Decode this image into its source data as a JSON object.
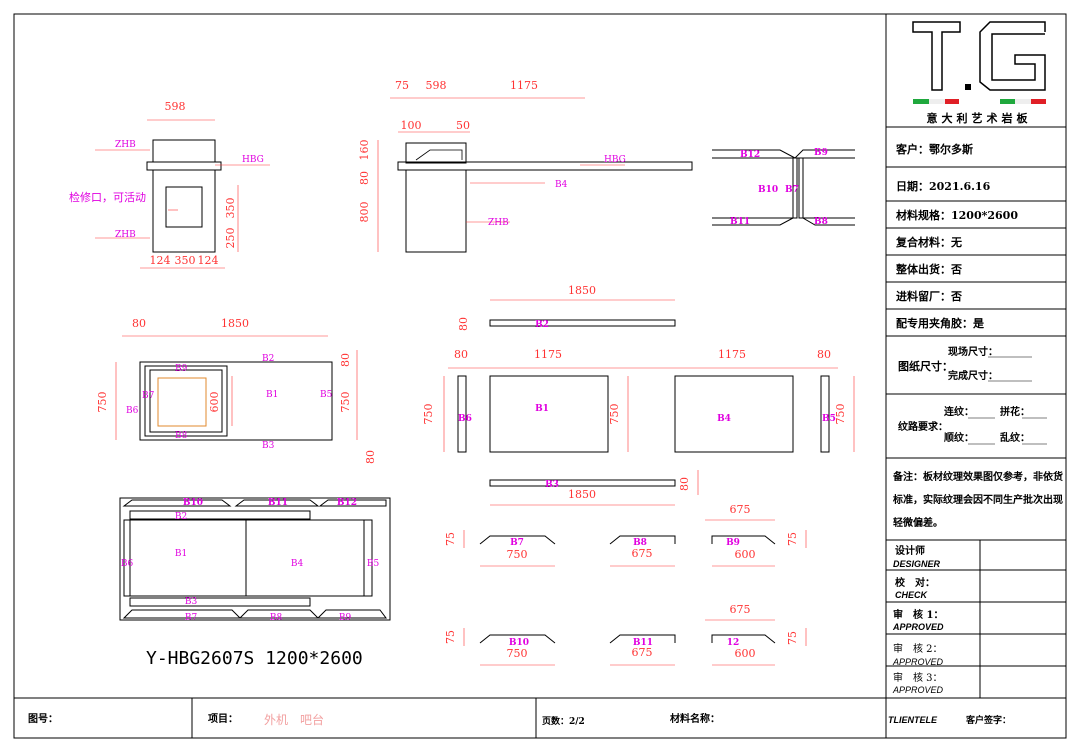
{
  "logo": {
    "letters": "T.G",
    "name": "意大利艺术岩板"
  },
  "side": {
    "customer": "客户：鄂尔多斯",
    "date": "日期：2021.6.16",
    "spec": "材料规格：1200*2600",
    "composite": "复合材料：无",
    "whole": "整体出货：否",
    "factory": "进料留厂：否",
    "glue": "配专用夹角胶：是",
    "drawing_size": "图纸尺寸：",
    "site_size": "现场尺寸：",
    "final_size": "完成尺寸：",
    "grain_req": "纹路要求：",
    "grain_cont": "连纹：",
    "grain_match": "拼花：",
    "grain_seq": "顺纹：",
    "grain_rand": "乱纹：",
    "note_1": "备注：板材纹理效果图仅参考，非依货",
    "note_2": "标准，实际纹理会因不同生产批次出现",
    "note_3": "轻微偏差。",
    "designer_cn": "设计师",
    "designer_en": "DESIGNER",
    "check_cn": "校　对：",
    "check_en": "CHECK",
    "appr1_cn": "审　核 1：",
    "appr2_cn": "审　核 2：",
    "appr3_cn": "审　核 3：",
    "appr_en": "APPROVED"
  },
  "bottom": {
    "drawing_no": "图号：",
    "project": "项目：",
    "project_value": "外机　吧台",
    "pages": "页数：2/2",
    "material": "材料名称：",
    "brand": "TLIENTELE",
    "client_sign": "客户签字："
  },
  "title": "Y-HBG2607S 1200*2600",
  "front": {
    "w598": "598",
    "zhb1": "ZHB",
    "hbg": "HBG",
    "door": "检修口，可活动",
    "zhb2": "ZHB",
    "d350v": "350",
    "d250": "250",
    "d124a": "124",
    "d350": "350",
    "d124b": "124"
  },
  "sideview": {
    "d75": "75",
    "d598": "598",
    "d1175": "1175",
    "d100": "100",
    "d50": "50",
    "d160": "160",
    "d80": "80",
    "d800": "800",
    "hbg": "HBG",
    "b4": "B4",
    "zhb": "ZHB"
  },
  "ibeam": {
    "b12": "B12",
    "b9": "B9",
    "b10": "B10",
    "b7": "B7",
    "b11": "B11",
    "b8": "B8"
  },
  "plan": {
    "d80": "80",
    "d1850": "1850",
    "d750": "750",
    "d600": "600",
    "d750r": "750",
    "d80r": "80",
    "d80b": "80",
    "b9": "B9",
    "b2": "B2",
    "b7": "B7",
    "b1": "B1",
    "b5": "B5",
    "b6": "B6",
    "b8": "B8",
    "b3": "B3"
  },
  "panels": {
    "d1850": "1850",
    "d80": "80",
    "b2": "B2",
    "d80a": "80",
    "d1175a": "1175",
    "d1175b": "1175",
    "d80b": "80",
    "d750a": "750",
    "d750b": "750",
    "d750c": "750",
    "b6": "B6",
    "b1": "B1",
    "b4": "B4",
    "b5": "B5",
    "b3": "B3",
    "d1850b": "1850",
    "d80c": "80"
  },
  "strips": {
    "d675t": "675",
    "d75a": "75",
    "b7": "B7",
    "b8": "B8",
    "b9": "B9",
    "d750": "750",
    "d675": "675",
    "d600": "600",
    "d75b": "75",
    "d675t2": "675",
    "d75c": "75",
    "b10": "B10",
    "b11": "B11",
    "b12": "12",
    "d750b": "750",
    "d675b": "675",
    "d600b": "600",
    "d75d": "75"
  },
  "layout": {
    "b10": "B10",
    "b11": "B11",
    "b12": "B12",
    "b2": "B2",
    "b6": "B6",
    "b1": "B1",
    "b4": "B4",
    "b5": "B5",
    "b3": "B3",
    "b7": "B7",
    "b8": "B8",
    "b9": "B9"
  }
}
